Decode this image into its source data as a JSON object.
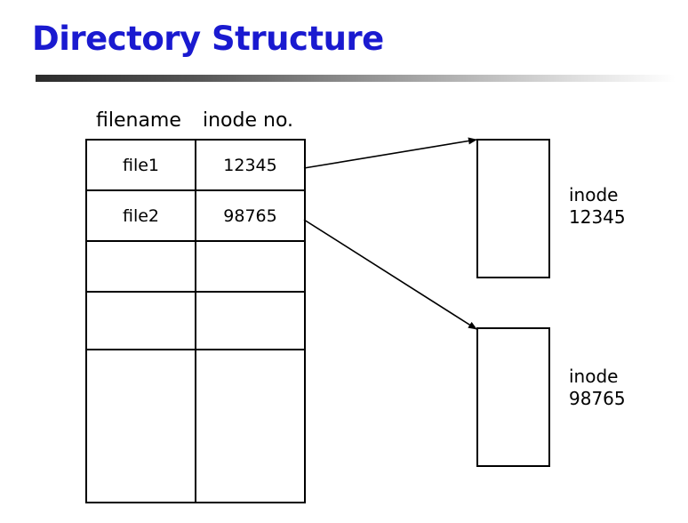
{
  "title": "Directory Structure",
  "columns": {
    "filename": "filename",
    "inode": "inode no."
  },
  "entries": [
    {
      "filename": "file1",
      "inode": "12345"
    },
    {
      "filename": "file2",
      "inode": "98765"
    },
    {
      "filename": "",
      "inode": ""
    },
    {
      "filename": "",
      "inode": ""
    },
    {
      "filename": "",
      "inode": ""
    }
  ],
  "inodes": [
    {
      "word": "inode",
      "number": "12345"
    },
    {
      "word": "inode",
      "number": "98765"
    }
  ],
  "colors": {
    "title": "#1a1ad0",
    "lines": "#000000"
  }
}
